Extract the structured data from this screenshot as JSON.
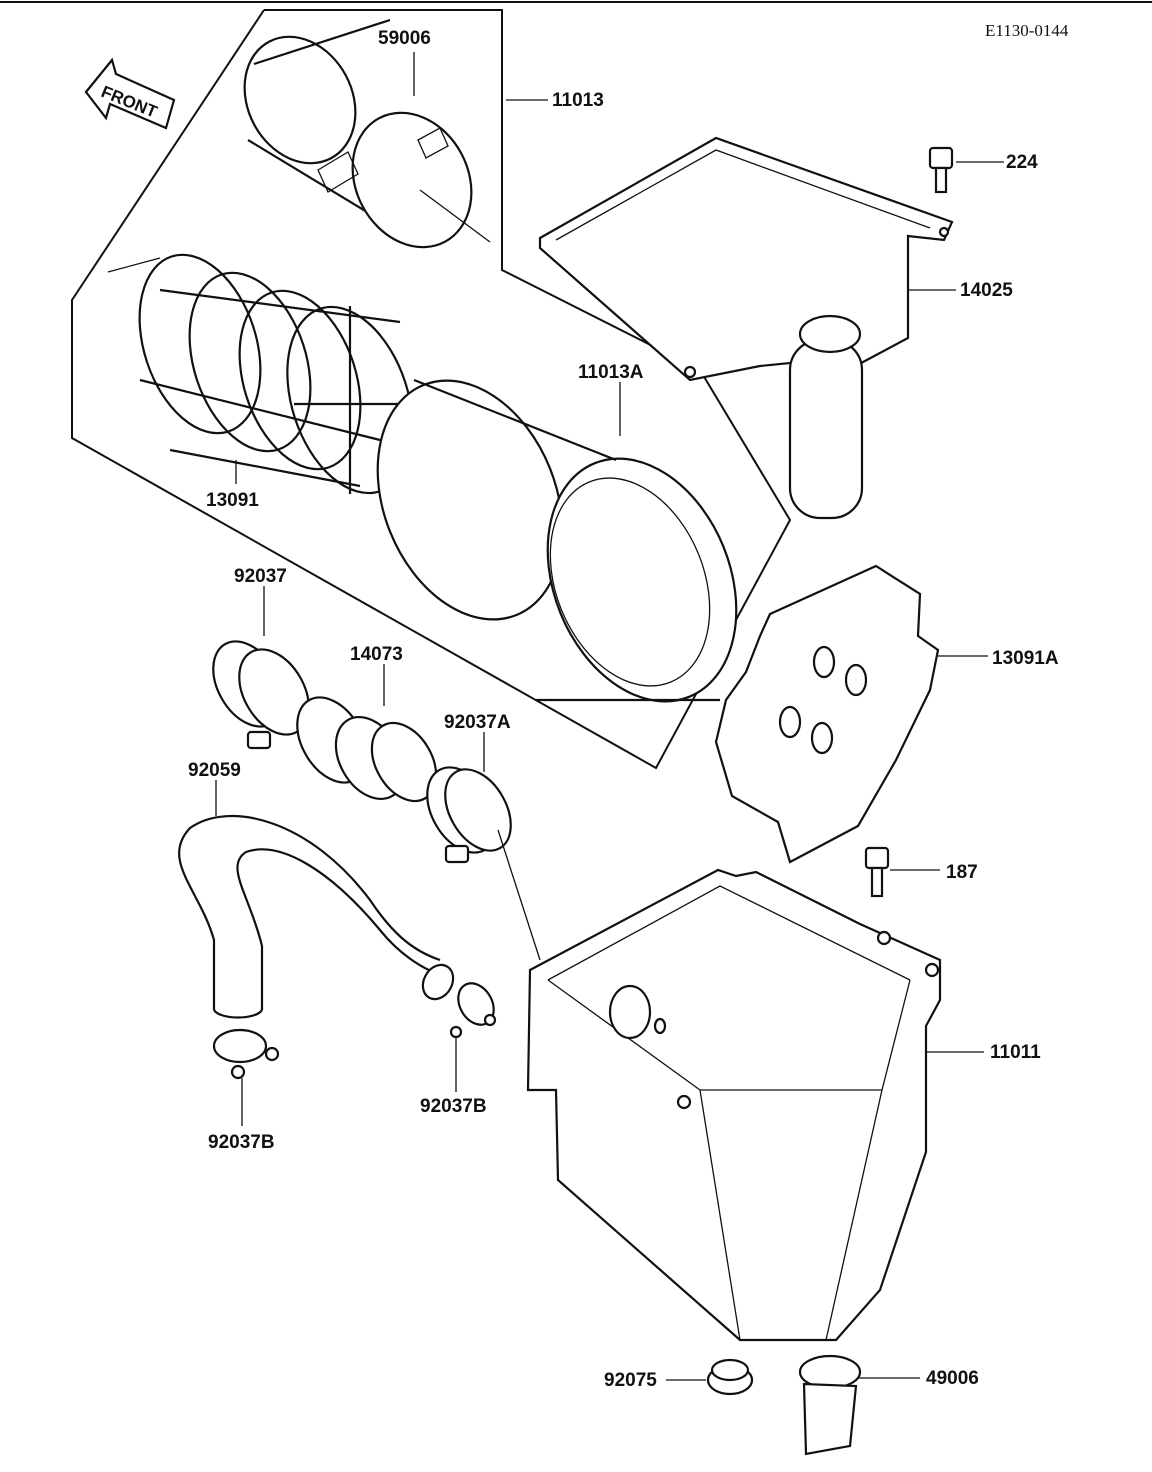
{
  "diagram_code": "E1130-0144",
  "front_label": "FRONT",
  "parts": {
    "p59006": "59006",
    "p11013": "11013",
    "p224": "224",
    "p14025": "14025",
    "p11013A": "11013A",
    "p13091": "13091",
    "p92037": "92037",
    "p14073": "14073",
    "p13091A": "13091A",
    "p92037A": "92037A",
    "p92059": "92059",
    "p187": "187",
    "p11011": "11011",
    "p92037B_right": "92037B",
    "p92037B_left": "92037B",
    "p92075": "92075",
    "p49006": "49006"
  }
}
